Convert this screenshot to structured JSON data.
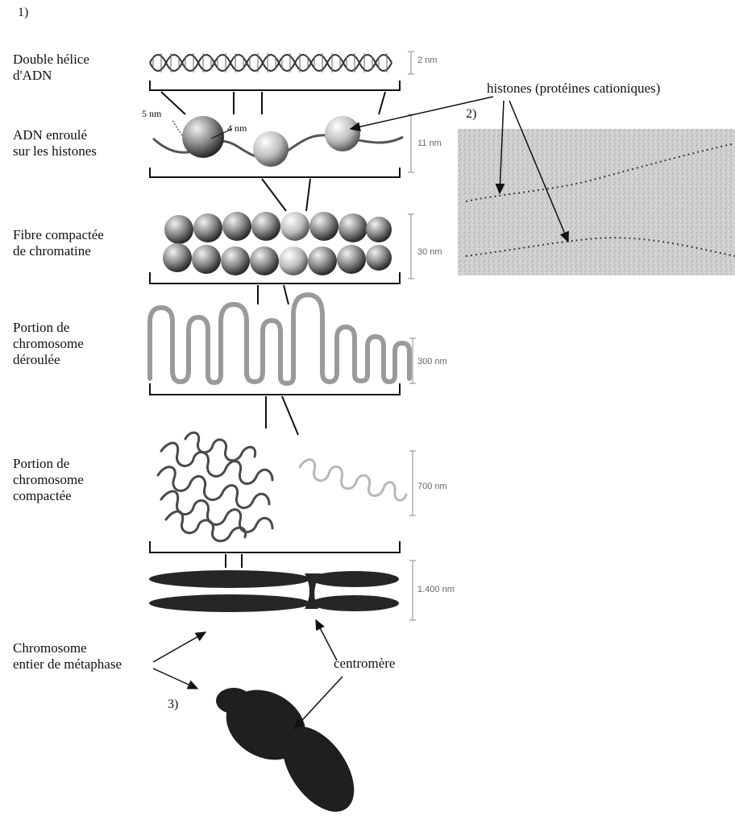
{
  "panel_numbers": {
    "p1": "1)",
    "p2": "2)",
    "p3": "3)"
  },
  "levels": [
    {
      "label": "Double hélice\nd'ADN",
      "scale": "2 nm"
    },
    {
      "label": "ADN enroulé\nsur les histones",
      "scale": "11 nm"
    },
    {
      "label": "Fibre compactée\nde chromatine",
      "scale": "30 nm"
    },
    {
      "label": "Portion de\nchromosome\ndéroulée",
      "scale": "300 nm"
    },
    {
      "label": "Portion de\nchromosome\ncompactée",
      "scale": "700 nm"
    },
    {
      "label": "Chromosome\nentier de métaphase",
      "scale": "1.400 nm"
    }
  ],
  "nucleosome_dims": {
    "diameter": "5 nm",
    "spacing": "4 nm"
  },
  "annotations": {
    "histones": "histones (protéines cationiques)",
    "centromere": "centromère"
  },
  "colors": {
    "ink": "#111111",
    "scale_text": "#666666",
    "micrograph": "#c9c9c9",
    "chromosome": "#262626",
    "bead": "#8a8a8a"
  }
}
